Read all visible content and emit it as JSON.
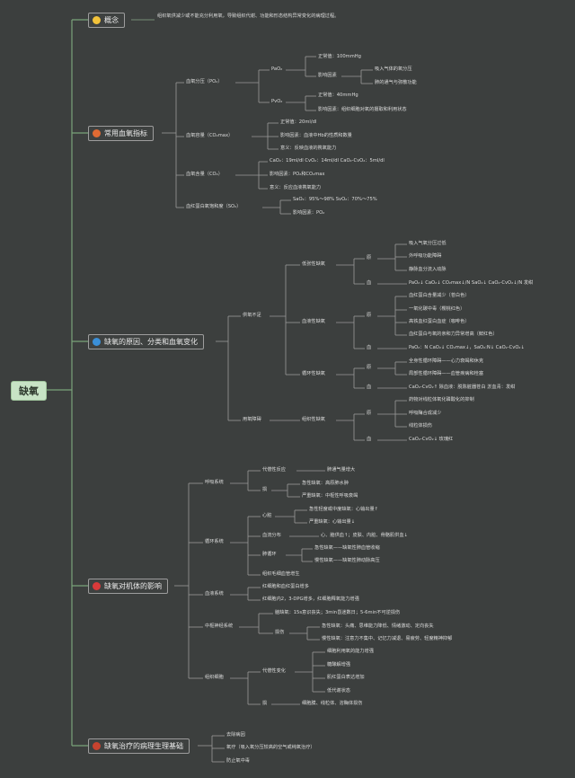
{
  "root": "缺氧",
  "branches": [
    {
      "label": "概念",
      "icon_color": "#f2c33a",
      "def": "组织氧供减少或不能充分利用氧，导致组织代谢、功能和形态结构异常变化的病理过程。"
    },
    {
      "label": "常用血氧指标",
      "icon_color": "#e06a33",
      "items": {
        "po2": "血氧分压（PO₂）",
        "pao2": "PaO₂",
        "pao2_normal": "正常值：100mmHg",
        "pao2_factors": "影响因素",
        "pao2_f1": "吸入气体的氧分压",
        "pao2_f2": "肺的通气与弥散功能",
        "pvo2": "PvO₂",
        "pvo2_normal": "正常值：40mmHg",
        "pvo2_factors": "影响因素：组织细胞对氧的摄取和利用状态",
        "cmax": "血氧容量（CO₂max）",
        "cmax_normal": "正常值：20ml/dl",
        "cmax_factor": "影响因素：血液中Hb的性质和数量",
        "cmax_meaning": "意义：反映血液的携氧能力",
        "co2": "血氧含量（CO₂）",
        "co2_normal": "CaO₂：19ml/dl CvO₂：14ml/dl CaO₂-CvO₂：5ml/dl",
        "co2_factor": "影响因素：PO₂和CO₂max",
        "co2_meaning": "意义：反应血液携氧能力",
        "so2": "血红蛋白氧饱和度（SO₂）",
        "so2_normal": "SaO₂：95%～98% SvO₂：70%～75%",
        "so2_factor": "影响因素：PO₂"
      }
    },
    {
      "label": "缺氧的原因、分类和血氧变化",
      "icon_color": "#3a8fd8",
      "items": {
        "supply": "供氧不足",
        "hypotonic": "低张性缺氧",
        "hypotonic_cause": "原",
        "hypotonic_c1": "吸入气氧分压过低",
        "hypotonic_c2": "外呼吸功能障碍",
        "hypotonic_c3": "静脉血分流入动脉",
        "hypotonic_bo": "血",
        "hypotonic_bo_text": "PaO₂↓ CaO₂↓ CO₂max↓/N SaO₂↓ CaO₂-CvO₂↓/N 发绀",
        "hemic": "血液性缺氧",
        "hemic_cause": "原",
        "hemic_c1": "血红蛋白含量减少（苍白色）",
        "hemic_c2": "一氧化碳中毒（樱桃红色）",
        "hemic_c3": "高铁血红蛋白血症（咖啡色）",
        "hemic_c4": "血红蛋白与氧的亲和力异常增高（鲜红色）",
        "hemic_bo": "血",
        "hemic_bo_text": "PaO₂：N CaO₂↓ CO₂max↓，SaO₂:N↓ CaO₂-CvO₂↓",
        "circ": "循环性缺氧",
        "circ_cause": "原",
        "circ_c1": "全身性循环障碍——心力衰竭和休克",
        "circ_c2": "局部性循环障碍——血管疾病和栓塞",
        "circ_bo": "血",
        "circ_bo_text": "CaO₂-CvO₂↑ 除血液：脱陈脏器苍白 淤血青：发绀",
        "util": "用氧障碍",
        "hist": "组织性缺氧",
        "hist_cause": "原",
        "hist_c1": "药物对线粒体氧化磷酸化的抑制",
        "hist_c2": "呼吸酶合成减少",
        "hist_c3": "线粒体损伤",
        "hist_bo": "血",
        "hist_bo_text": "CaO₂-CvO₂↓ 玫瑰红"
      }
    },
    {
      "label": "缺氧对机体的影响",
      "icon_color": "#d93a3a",
      "items": {
        "resp": "呼吸系统",
        "resp_comp": "代偿性反应",
        "resp_comp_1": "肺通气量增大",
        "resp_inj": "损",
        "resp_inj_1": "急性缺氧：高原肺水肿",
        "resp_inj_2": "严重缺氧：中枢性呼吸衰竭",
        "circ": "循环系统",
        "heart": "心脏",
        "heart_1": "急性轻度或中度缺氧：心输出量↑",
        "heart_2": "严重缺氧：心输出量↓",
        "blood_dist": "血流分布",
        "blood_dist_1": "心、脑供血↑；皮肤、内脏、骨骼肌供血↓",
        "pulm": "肺循环",
        "pulm_1": "急性缺氧——缺氧性肺血管收缩",
        "pulm_2": "慢性缺氧——缺氧性肺动脉高压",
        "capillary": "组织毛细血管增生",
        "blood": "血液系统",
        "blood_1": "红细胞和血红蛋白增多",
        "blood_2": "红细胞内2，3-DPG增多，红细胞释氧能力增强",
        "cns": "中枢神经系统",
        "cns_1": "脑缺氧：15s意识丧失；3min昏迷数日；5-6min不可逆损伤",
        "cns_2": "损伤",
        "cns_2a": "急性缺氧：头痛、思维能力降低、情绪激动、定向丧失",
        "cns_2b": "慢性缺氧：注意力不集中、记忆力减退、易疲劳、轻度精神抑郁",
        "tissue": "组织细胞",
        "tissue_comp": "代偿性变化",
        "tissue_c1": "细胞利用氧的能力增强",
        "tissue_c2": "糖酵解增强",
        "tissue_c3": "肌红蛋白表达增加",
        "tissue_c4": "低代谢状态",
        "tissue_inj": "损",
        "tissue_inj_1": "细胞膜、线粒体、溶酶体损伤"
      }
    },
    {
      "label": "缺氧治疗的病理生理基础",
      "icon_color": "#c8432f",
      "items": {
        "t1": "去除病因",
        "t2": "氧疗（吸入氧分压较高的空气或纯氧治疗）",
        "t3": "防止氧中毒"
      }
    }
  ]
}
